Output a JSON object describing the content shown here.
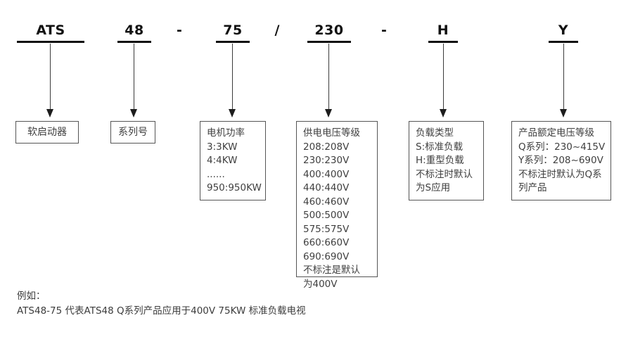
{
  "model_string": {
    "tokens": [
      {
        "text": "ATS",
        "underlined": true
      },
      {
        "text": "48",
        "underlined": true
      },
      {
        "text": "-",
        "underlined": false
      },
      {
        "text": "75",
        "underlined": true
      },
      {
        "text": "/",
        "underlined": false
      },
      {
        "text": "230",
        "underlined": true
      },
      {
        "text": "-",
        "underlined": false
      },
      {
        "text": "H",
        "underlined": true
      },
      {
        "text": "Y",
        "underlined": true
      }
    ]
  },
  "callouts": [
    {
      "key": "product-type",
      "lines": [
        "软启动器"
      ]
    },
    {
      "key": "series-number",
      "lines": [
        "系列号"
      ]
    },
    {
      "key": "motor-power",
      "lines": [
        "电机功率",
        "3:3KW",
        "4:4KW",
        "......",
        "950:950KW"
      ]
    },
    {
      "key": "supply-voltage-level",
      "lines": [
        "供电电压等级",
        "208:208V",
        "230:230V",
        "400:400V",
        "440:440V",
        "460:460V",
        "500:500V",
        "575:575V",
        "660:660V",
        "690:690V",
        "不标注是默认",
        "为400V"
      ]
    },
    {
      "key": "load-type",
      "lines": [
        "负载类型",
        "S:标准负载",
        "H:重型负载",
        "不标注时默认",
        "为S应用"
      ]
    },
    {
      "key": "rated-voltage-level",
      "lines": [
        "产品额定电压等级",
        "Q系列：230~415V",
        "Y系列：208~690V",
        "不标注时默认为Q系",
        "列产品"
      ]
    }
  ],
  "note": {
    "lines": [
      "例如：",
      "ATS48-75 代表ATS48 Q系列产品应用于400V 75KW 标准负载电视"
    ]
  },
  "colors": {
    "ink": "#111111",
    "box_border": "#555555",
    "box_text": "#3f3f3f",
    "arrow": "#3b3b3b",
    "background": "#ffffff"
  }
}
